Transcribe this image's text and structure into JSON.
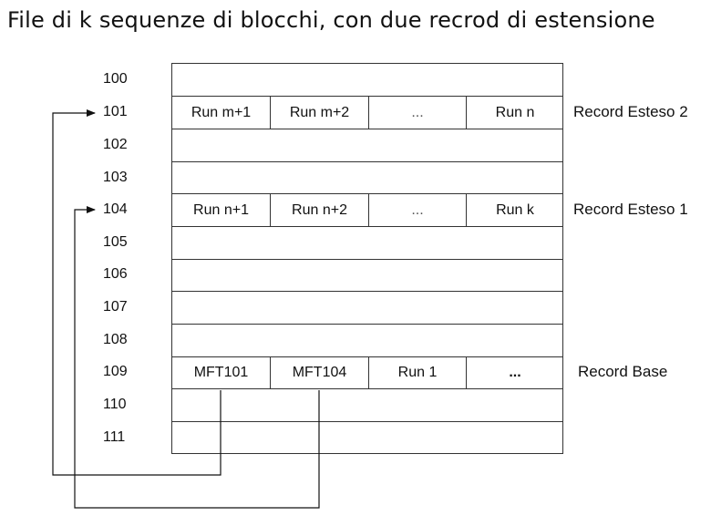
{
  "title": "File di k sequenze di blocchi, con due recrod di estensione",
  "rows": [
    "100",
    "101",
    "102",
    "103",
    "104",
    "105",
    "106",
    "107",
    "108",
    "109",
    "110",
    "111"
  ],
  "record_101": {
    "cells": [
      "Run m+1",
      "Run m+2",
      "...",
      "Run n"
    ],
    "label": "Record Esteso 2"
  },
  "record_104": {
    "cells": [
      "Run n+1",
      "Run n+2",
      "...",
      "Run k"
    ],
    "label": "Record Esteso 1"
  },
  "record_109": {
    "cells": [
      "MFT101",
      "MFT104",
      "Run 1",
      "..."
    ],
    "label": "Record Base"
  }
}
